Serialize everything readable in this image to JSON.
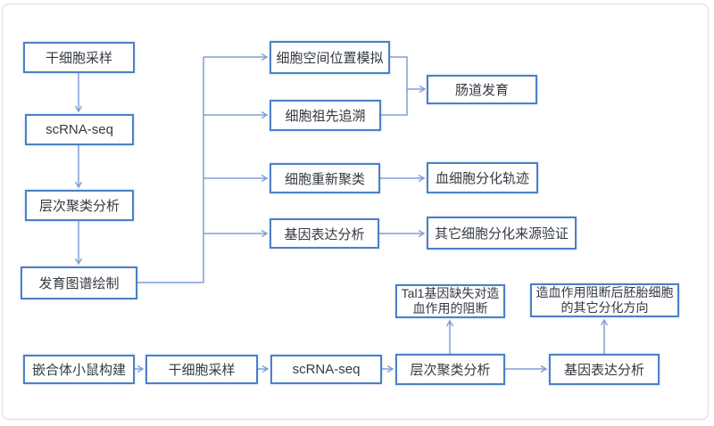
{
  "diagram_title": "scRNA-seq development atlas flowchart",
  "colors": {
    "box_border": "#4c80c6",
    "connector_line": "#7d9fd6",
    "text": "#333a42",
    "card_border": "#dcdcdc",
    "background": "#ffffff"
  },
  "nodes": {
    "stem_sampling_top": {
      "label": "干细胞采样"
    },
    "scrna_top": {
      "label": "scRNA-seq"
    },
    "cluster_top": {
      "label": "层次聚类分析"
    },
    "dev_map": {
      "label": "发育图谱绘制"
    },
    "spatial_sim": {
      "label": "细胞空间位置模拟"
    },
    "ancestor_trace": {
      "label": "细胞祖先追溯"
    },
    "recluster": {
      "label": "细胞重新聚类"
    },
    "gene_expr_mid": {
      "label": "基因表达分析"
    },
    "gut_dev": {
      "label": "肠道发育"
    },
    "blood_traj": {
      "label": "血细胞分化轨迹"
    },
    "other_source_validation": {
      "label": "其它细胞分化来源验证"
    },
    "tal1_block": {
      "label": "Tal1基因缺失对造血作用的阻断"
    },
    "hemo_block_other": {
      "label": "造血作用阻断后胚胎细胞的其它分化方向"
    },
    "chimera_mouse": {
      "label": "嵌合体小鼠构建"
    },
    "stem_sampling_bottom": {
      "label": "干细胞采样"
    },
    "scrna_bottom": {
      "label": "scRNA-seq"
    },
    "cluster_bottom": {
      "label": "层次聚类分析"
    },
    "gene_expr_bottom": {
      "label": "基因表达分析"
    }
  },
  "edges": [
    {
      "from": "stem_sampling_top",
      "to": "scrna_top"
    },
    {
      "from": "scrna_top",
      "to": "cluster_top"
    },
    {
      "from": "cluster_top",
      "to": "dev_map"
    },
    {
      "from": "dev_map",
      "to": "spatial_sim"
    },
    {
      "from": "dev_map",
      "to": "ancestor_trace"
    },
    {
      "from": "dev_map",
      "to": "recluster"
    },
    {
      "from": "dev_map",
      "to": "gene_expr_mid"
    },
    {
      "from": "spatial_sim",
      "to": "gut_dev"
    },
    {
      "from": "ancestor_trace",
      "to": "gut_dev"
    },
    {
      "from": "recluster",
      "to": "blood_traj"
    },
    {
      "from": "gene_expr_mid",
      "to": "other_source_validation"
    },
    {
      "from": "chimera_mouse",
      "to": "stem_sampling_bottom"
    },
    {
      "from": "stem_sampling_bottom",
      "to": "scrna_bottom"
    },
    {
      "from": "scrna_bottom",
      "to": "cluster_bottom"
    },
    {
      "from": "cluster_bottom",
      "to": "gene_expr_bottom"
    },
    {
      "from": "cluster_bottom",
      "to": "tal1_block"
    },
    {
      "from": "gene_expr_bottom",
      "to": "hemo_block_other"
    }
  ]
}
